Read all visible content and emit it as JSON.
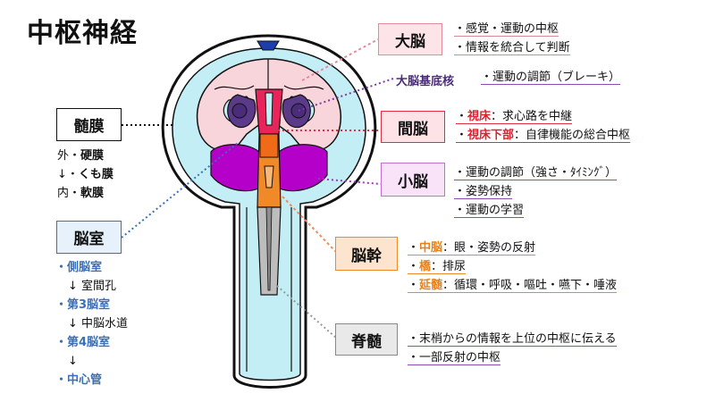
{
  "title": "中枢神経",
  "meninges": {
    "label": "髄膜",
    "layers": [
      {
        "prefix": "外・",
        "name": "硬膜"
      },
      {
        "prefix": "↓・",
        "name": "くも膜"
      },
      {
        "prefix": "内・",
        "name": "軟膜"
      }
    ]
  },
  "ventricles": {
    "label": "脳室",
    "items": [
      {
        "text": "・側脳室",
        "kind": "main"
      },
      {
        "text": "↓ 室間孔",
        "kind": "sub"
      },
      {
        "text": "・第3脳室",
        "kind": "main"
      },
      {
        "text": "↓ 中脳水道",
        "kind": "sub"
      },
      {
        "text": "・第4脳室",
        "kind": "main"
      },
      {
        "text": "↓",
        "kind": "sub"
      },
      {
        "text": "・中心管",
        "kind": "main"
      }
    ]
  },
  "cerebrum": {
    "label": "大脳",
    "lines": [
      "・感覚・運動の中枢",
      "・情報を統合して判断"
    ]
  },
  "basal_ganglia": {
    "label": "大脳基底核",
    "line": "・運動の調節（ブレーキ）"
  },
  "diencephalon": {
    "label": "間脳",
    "lines": [
      {
        "term": "視床",
        "rest": "：求心路を中継"
      },
      {
        "term": "視床下部",
        "rest": "：自律機能の総合中枢"
      }
    ]
  },
  "cerebellum": {
    "label": "小脳",
    "lines": [
      "・運動の調節（強さ・ﾀｲﾐﾝｸﾞ）",
      "・姿勢保持",
      "・運動の学習"
    ]
  },
  "brainstem": {
    "label": "脳幹",
    "lines": [
      {
        "term": "中脳",
        "rest": "：眼・姿勢の反射"
      },
      {
        "term": "橋",
        "rest": "：排尿"
      },
      {
        "term": "延髄",
        "rest": "：循環・呼吸・嘔吐・嚥下・唾液"
      }
    ]
  },
  "spinal_cord": {
    "label": "脊髄",
    "lines": [
      "・末梢からの情報を上位の中枢に伝える",
      "・一部反射の中枢"
    ]
  },
  "colors": {
    "cerebrum": "#f7d5dc",
    "basal_ganglia": "#5b3a8a",
    "diencephalon": "#e8245a",
    "cerebellum": "#b400c8",
    "brainstem": "#f08a28",
    "spinal_cord": "#b8b8b8",
    "csf": "#bfeef5",
    "ventricle_line_box": "#e6f1fb",
    "box_cerebellum": "#f8e3f8",
    "box_brainstem": "#fde4cf",
    "box_diencephalon": "#fde3e8",
    "box_spinal": "#e9e9e9"
  }
}
